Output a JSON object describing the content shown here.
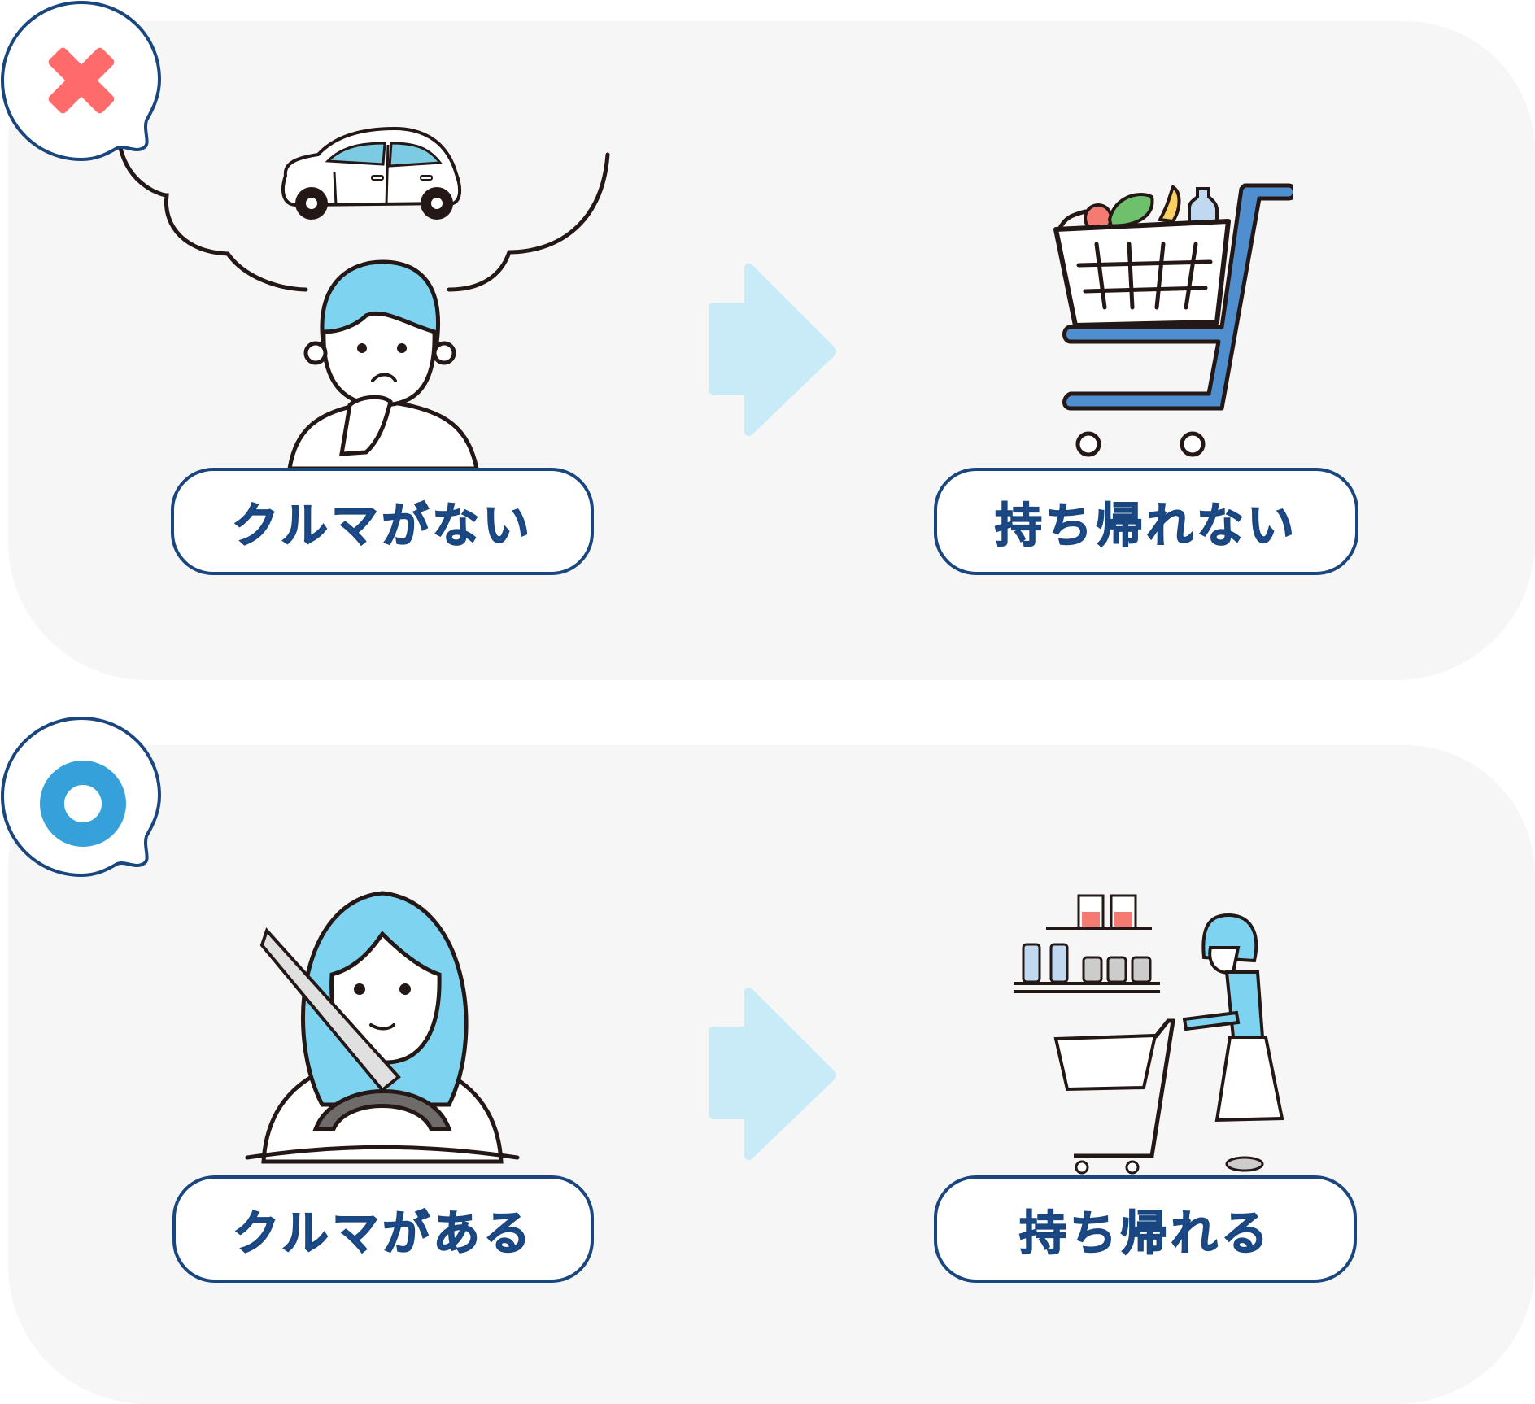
{
  "colors": {
    "panel_bg": "#f6f6f6",
    "navy_outline": "#1a467f",
    "label_text": "#1e4e95",
    "cross_red": "#ff6b6b",
    "circle_blue": "#35a0da",
    "arrow_light_blue": "#c8ebf7",
    "hair_blue": "#7dd3f0",
    "cart_blue": "#4f8fd0"
  },
  "rows": [
    {
      "status": "bad",
      "badge_icon": "cross-icon",
      "left_label": "クルマがない",
      "left_illustration": "thinking-man-imagining-car",
      "arrow_icon": "right-arrow-icon",
      "right_label": "持ち帰れない",
      "right_illustration": "full-shopping-cart"
    },
    {
      "status": "good",
      "badge_icon": "circle-icon",
      "left_label": "クルマがある",
      "left_illustration": "woman-driving-car",
      "arrow_icon": "right-arrow-icon",
      "right_label": "持ち帰れる",
      "right_illustration": "woman-shopping-with-cart"
    }
  ]
}
